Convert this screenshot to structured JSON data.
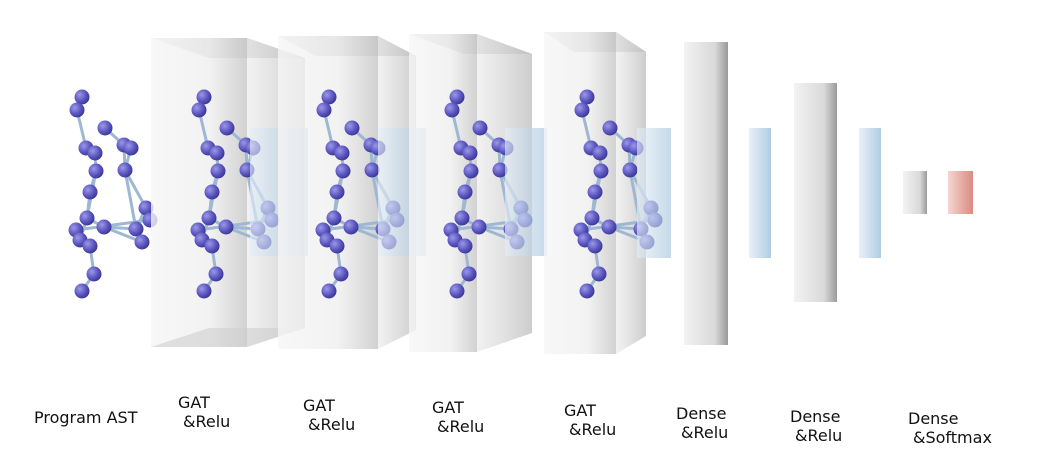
{
  "labels": {
    "program_ast": "Program AST",
    "gat1_line1": "GAT",
    "gat1_line2": "&Relu",
    "gat2_line1": "GAT",
    "gat2_line2": "&Relu",
    "gat3_line1": "GAT",
    "gat3_line2": "&Relu",
    "gat4_line1": "GAT",
    "gat4_line2": "&Relu",
    "dense1_line1": "Dense",
    "dense1_line2": "&Relu",
    "dense2_line1": "Dense",
    "dense2_line2": "&Relu",
    "dense3_line1": "Dense",
    "dense3_line2": "&Softmax"
  },
  "colors": {
    "node": "#5b56c0",
    "edge": "#9eb8d3",
    "layer_gray": "#e0e0e0",
    "feature_blue": "#b9d0e4",
    "output_red": "#e8a79c"
  }
}
